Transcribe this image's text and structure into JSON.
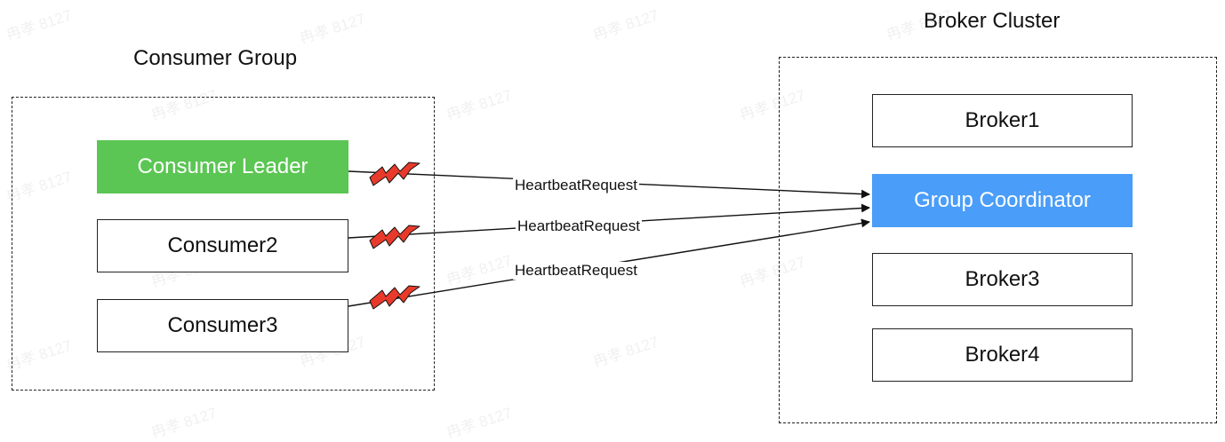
{
  "colors": {
    "leader": "#5bc653",
    "coordinator": "#4a9df8",
    "bolt": "#e83a2b"
  },
  "consumer_group": {
    "title": "Consumer Group",
    "consumers": [
      "Consumer Leader",
      "Consumer2",
      "Consumer3"
    ]
  },
  "broker_cluster": {
    "title": "Broker Cluster",
    "brokers": [
      "Broker1",
      "Group Coordinator",
      "Broker3",
      "Broker4"
    ]
  },
  "edges": {
    "label": "HeartbeatRequest"
  },
  "watermark": {
    "text": "冉孝 8127"
  }
}
